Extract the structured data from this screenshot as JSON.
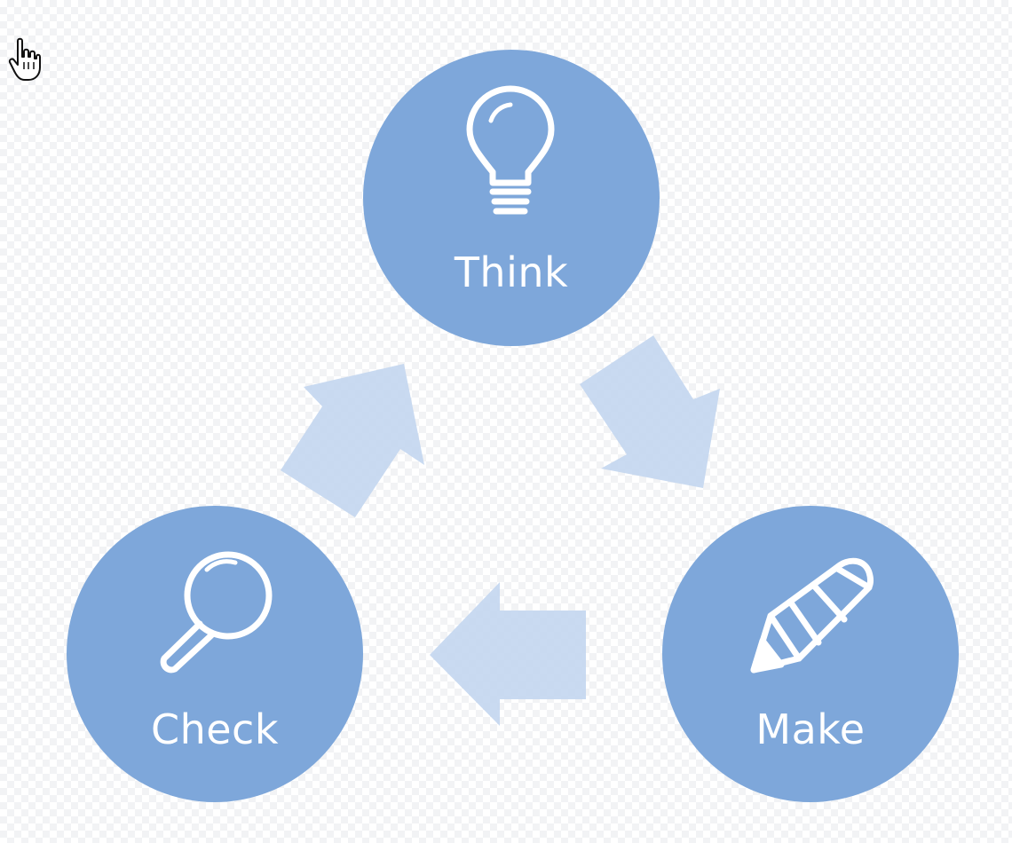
{
  "diagram": {
    "nodes": [
      {
        "id": "think",
        "label": "Think",
        "icon": "lightbulb-icon"
      },
      {
        "id": "make",
        "label": "Make",
        "icon": "pencil-icon"
      },
      {
        "id": "check",
        "label": "Check",
        "icon": "magnifier-icon"
      }
    ],
    "flow": [
      "think",
      "make",
      "check",
      "think"
    ],
    "colors": {
      "node_fill": "#7ea7da",
      "arrow_fill": "#c3d6ef",
      "icon_stroke": "#ffffff",
      "label_color": "#ffffff"
    }
  },
  "cursor": {
    "icon": "hand-pointer-icon"
  }
}
